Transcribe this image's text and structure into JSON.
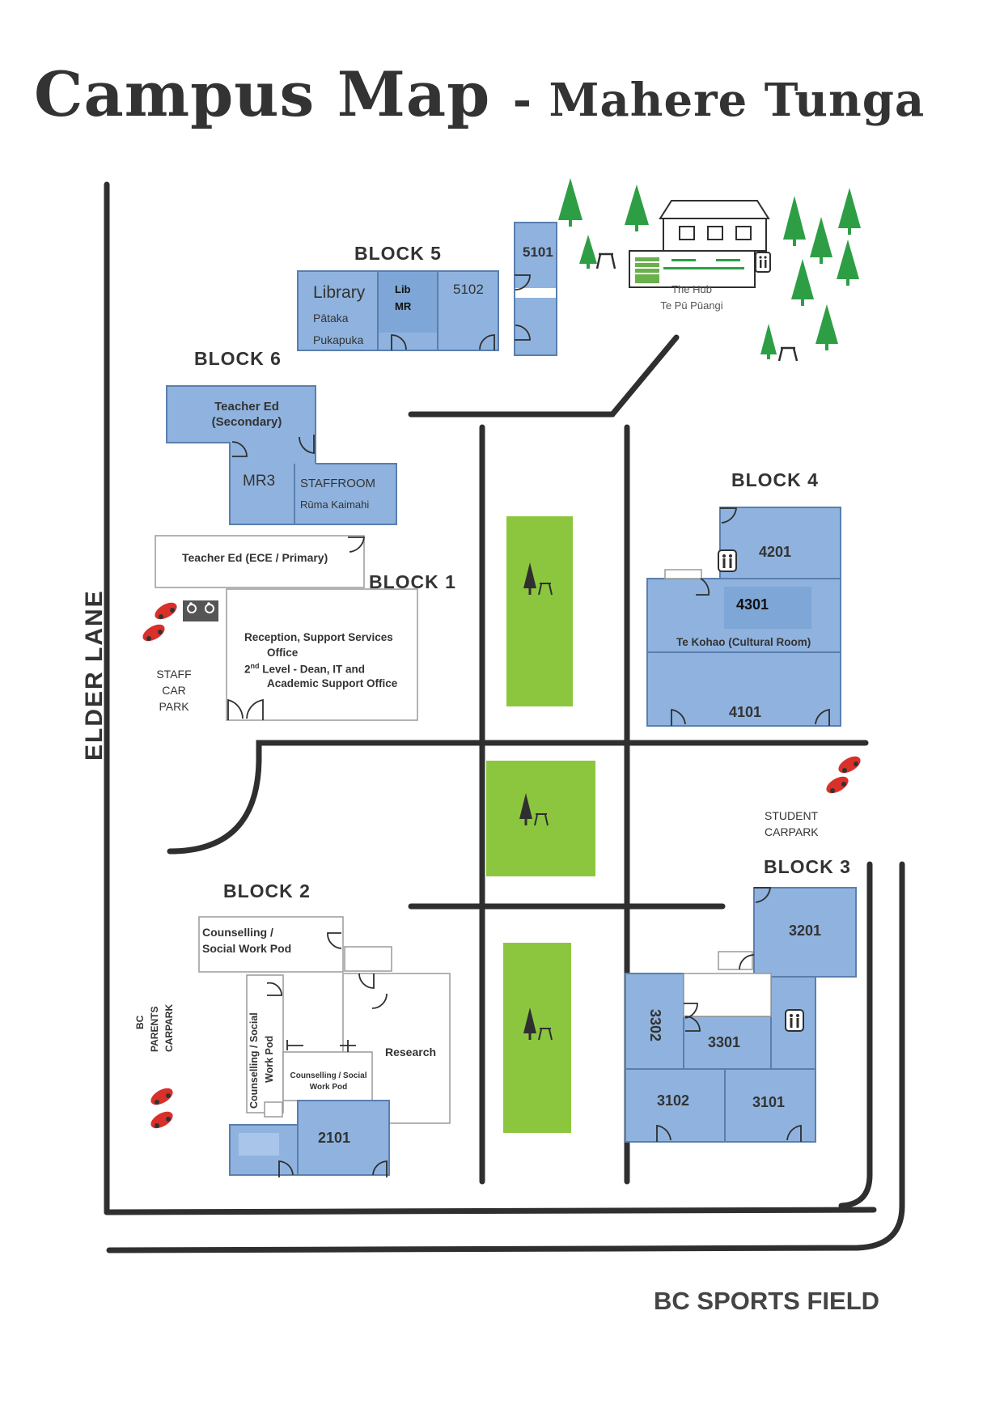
{
  "title": {
    "main": "Campus Map",
    "sub": "- Mahere Tunga"
  },
  "streets": {
    "elder_lane": "ELDER LANE",
    "sports_field": "BC SPORTS FIELD"
  },
  "blocks": {
    "b1": "BLOCK 1",
    "b2": "BLOCK 2",
    "b3": "BLOCK 3",
    "b4": "BLOCK 4",
    "b5": "BLOCK 5",
    "b6": "BLOCK 6"
  },
  "rooms": {
    "library": "Library",
    "pataka": "Pātaka",
    "pukapuka": "Pukapuka",
    "lib": "Lib",
    "mr": "MR",
    "r5102": "5102",
    "r5101": "5101",
    "hub": "The Hub",
    "hub_maori": "Te Pū Pūangi",
    "teacher_sec_1": "Teacher Ed",
    "teacher_sec_2": "(Secondary)",
    "mr3": "MR3",
    "staffroom": "STAFFROOM",
    "ruma": "Rūma Kaimahi",
    "teacher_ece": "Teacher Ed (ECE / Primary)",
    "reception_1": "Reception, Support Services",
    "reception_2": "Office",
    "reception_3a": "2",
    "reception_3sup": "nd",
    "reception_3b": " Level - Dean, IT and",
    "reception_4": "Academic Support Office",
    "r4201": "4201",
    "r4301": "4301",
    "te_kohao": "Te Kohao (Cultural Room)",
    "r4101": "4101",
    "counselling_1": "Counselling /",
    "counselling_2": "Social Work Pod",
    "counselling_v1": "Counselling / Social",
    "counselling_v2": "Work Pod",
    "counselling_s1": "Counselling / Social",
    "counselling_s2": "Work Pod",
    "research": "Research",
    "r2101": "2101",
    "r3201": "3201",
    "r3302": "3302",
    "r3301": "3301",
    "r3102": "3102",
    "r3101": "3101"
  },
  "parking": {
    "staff_1": "STAFF",
    "staff_2": "CAR",
    "staff_3": "PARK",
    "student_1": "STUDENT",
    "student_2": "CARPARK",
    "parents_1": "BC",
    "parents_2": "PARENTS",
    "parents_3": "CARPARK"
  },
  "colors": {
    "building_blue": "#8fb3de",
    "building_stroke": "#5a7fae",
    "green_space": "#8cc63f",
    "road": "#2f2f2f",
    "tree": "#2e9e45",
    "car": "#d9302a"
  }
}
